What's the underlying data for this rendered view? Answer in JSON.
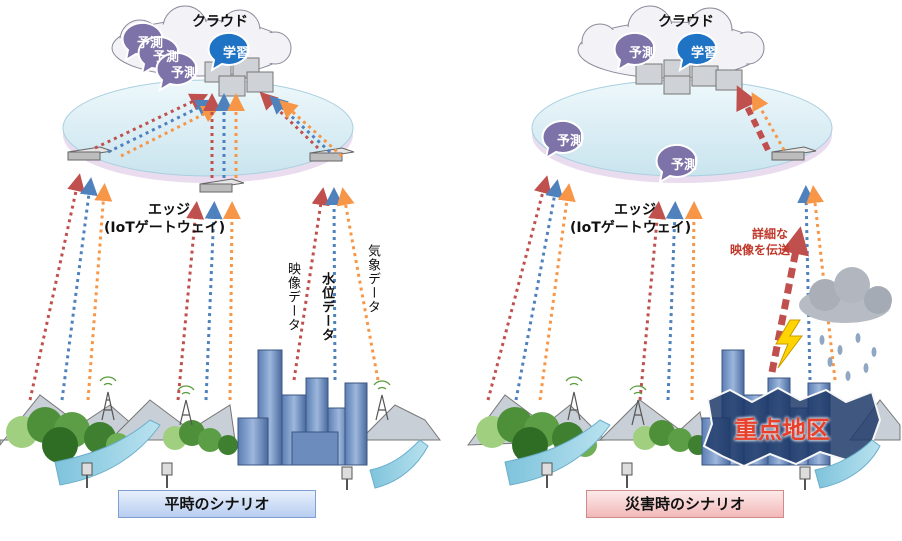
{
  "cloud_label": "クラウド",
  "predict": "予測",
  "learn": "学習",
  "edge_line1": "エッジ",
  "edge_line2": "(IoTゲートウェイ)",
  "video_data": "映像データ",
  "water_data": "水位データ",
  "weather_data": "気象データ",
  "detail_label_line1": "詳細な",
  "detail_label_line2": "映像を伝送",
  "priority_area": "重点地区",
  "scenario_normal": "平時のシナリオ",
  "scenario_disaster": "災害時のシナリオ",
  "colors": {
    "red_arrow": "#c0504d",
    "blue_arrow": "#4f81bd",
    "orange_arrow": "#f79646",
    "disk_top": "#d7ecf3",
    "disk_rim": "#e6d9ef",
    "predict_badge": "#7d73a8",
    "learn_badge": "#1f73c4",
    "priority_text": "#e8402a"
  }
}
